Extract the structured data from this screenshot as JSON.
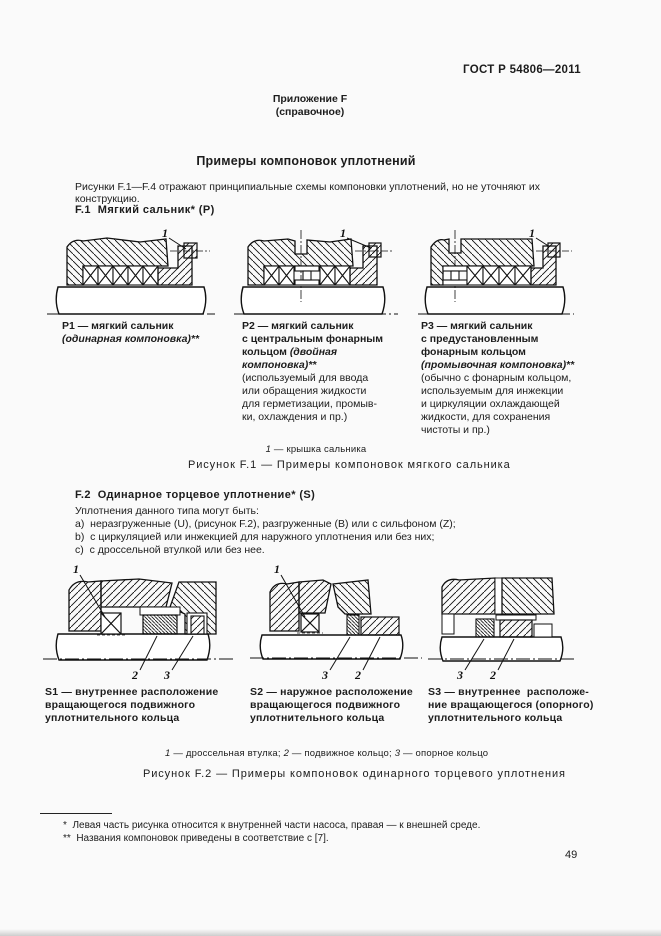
{
  "header": {
    "doc_code": "ГОСТ Р 54806—2011"
  },
  "annex": {
    "name": "Приложение F",
    "kind": "(справочное)"
  },
  "title": "Примеры компоновок уплотнений",
  "intro": "Рисунки  F.1—F.4 отражают принципиальные схемы компоновки уплотнений, но не уточняют их конструкцию.",
  "f1": {
    "heading": "F.1  Мягкий сальник* (P)",
    "captions": [
      {
        "lines": [
          {
            "b": "P1 — мягкий сальник"
          },
          {
            "i": "(одинарная компоновка)**"
          }
        ]
      },
      {
        "lines": [
          {
            "b": "P2 — мягкий сальник"
          },
          {
            "b": "с центральным фонарным"
          },
          {
            "b": "кольцом ",
            "i": "(двойная"
          },
          {
            "i": "компоновка)**"
          },
          {
            "n": "(используемый для ввода"
          },
          {
            "n": "или обращения жидкости"
          },
          {
            "n": "для герметизации, промыв-"
          },
          {
            "n": "ки, охлаждения и пр.)"
          }
        ]
      },
      {
        "lines": [
          {
            "b": "P3 — мягкий сальник"
          },
          {
            "b": "с предустановленным"
          },
          {
            "b": "фонарным кольцом"
          },
          {
            "i": "(промывочная компоновка)**"
          },
          {
            "n": "(обычно с фонарным кольцом,"
          },
          {
            "n": "используемым для инжекции"
          },
          {
            "n": "и циркуляции охлаждающей"
          },
          {
            "n": "жидкости, для сохранения"
          },
          {
            "n": "чистоты и пр.)"
          }
        ]
      }
    ],
    "legend": [
      {
        "num": "1",
        "text": " — крышка сальника"
      }
    ],
    "fig_caption": "Рисунок F.1 — Примеры компоновок мягкого сальника"
  },
  "f2": {
    "heading": "F.2  Одинарное торцевое уплотнение* (S)",
    "lead": "Уплотнения данного типа могут быть:",
    "items": [
      "a)  неразгруженные (U), (рисунок F.2), разгруженные (B) или с сильфоном (Z);",
      "b)  с циркуляцией или инжекцией для наружного уплотнения или без них;",
      "c)  с дроссельной втулкой или без нее."
    ],
    "captions": [
      {
        "lines": [
          {
            "b": "S1 — внутреннее расположение"
          },
          {
            "b": "вращающегося подвижного"
          },
          {
            "b": "уплотнительного кольца"
          }
        ]
      },
      {
        "lines": [
          {
            "b": "S2 — наружное расположение"
          },
          {
            "b": "вращающегося подвижного"
          },
          {
            "b": "уплотнительного кольца"
          }
        ]
      },
      {
        "lines": [
          {
            "b": "S3 — внутреннее  расположе-"
          },
          {
            "b": "ние вращающегося (опорного)"
          },
          {
            "b": "уплотнительного кольца"
          }
        ]
      }
    ],
    "legend": [
      {
        "num": "1",
        "text": " — дроссельная втулка; "
      },
      {
        "num": "2",
        "text": " — подвижное кольцо; "
      },
      {
        "num": "3",
        "text": " — опорное кольцо"
      }
    ],
    "fig_caption": "Рисунок F.2 — Примеры компоновок одинарного торцевого уплотнения"
  },
  "footnotes": [
    "*  Левая часть рисунка относится к внутренней части насоса, правая — к внешней среде.",
    "**  Названия компоновок приведены в соответствие с [7]."
  ],
  "labels": {
    "n1": "1",
    "n2": "2",
    "n3": "3"
  },
  "page_number": "49",
  "colors": {
    "ink": "#1c1c1c",
    "paper": "#fafafa"
  }
}
